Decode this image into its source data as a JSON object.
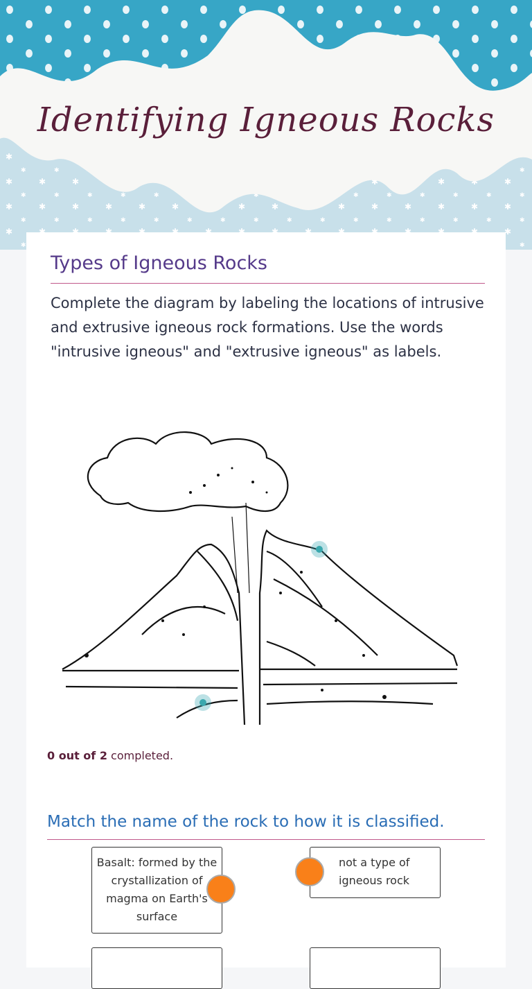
{
  "page": {
    "title": "Identifying Igneous Rocks"
  },
  "section1": {
    "heading": "Types of Igneous Rocks",
    "instructions": "Complete the diagram by labeling the locations of intrusive and extrusive igneous rock formations. Use the words \"intrusive igneous\" and \"extrusive igneous\" as labels.",
    "progress_bold": "0 out of 2",
    "progress_rest": " completed."
  },
  "section2": {
    "heading": "Match the name of the rock to how it is classified.",
    "left_items": [
      "Basalt: formed by the crystallization of magma on Earth's surface",
      ""
    ],
    "right_items": [
      "not a type of igneous rock",
      ""
    ]
  },
  "colors": {
    "accent_orange": "#f98019",
    "hotspot": "#3aa8ae",
    "title": "#5a1f3a",
    "heading_purple": "#553a8a",
    "heading_blue": "#2a6db5"
  }
}
